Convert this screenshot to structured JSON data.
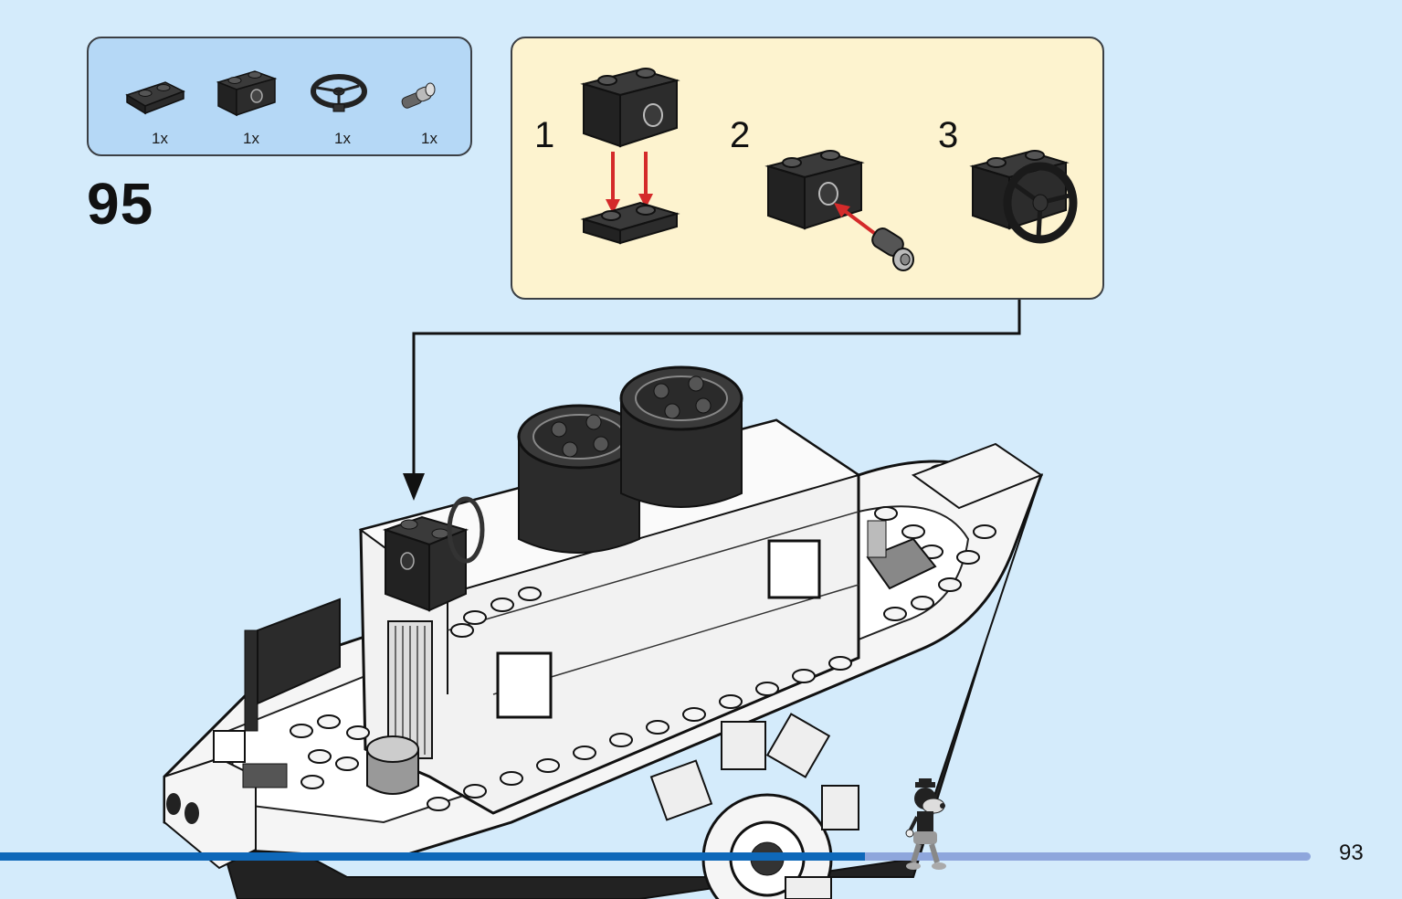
{
  "parts_list": {
    "items": [
      {
        "icon": "black-plate-1x2-icon",
        "qty": "1x"
      },
      {
        "icon": "black-technic-brick-1x2-icon",
        "qty": "1x"
      },
      {
        "icon": "black-steering-wheel-icon",
        "qty": "1x"
      },
      {
        "icon": "gray-pin-icon",
        "qty": "1x"
      }
    ]
  },
  "step": {
    "number": "95"
  },
  "sub_assembly": {
    "steps": [
      "1",
      "2",
      "3"
    ],
    "background_color": "#fdf3cf"
  },
  "footer": {
    "page_number": "93",
    "progress_fraction": 0.66
  },
  "colors": {
    "page_background": "#d4ebfb",
    "parts_box_background": "#b5d8f6",
    "arrow_red": "#d42a2a",
    "progress_fill": "#0e68b9",
    "progress_track": "#8ea6dc"
  }
}
